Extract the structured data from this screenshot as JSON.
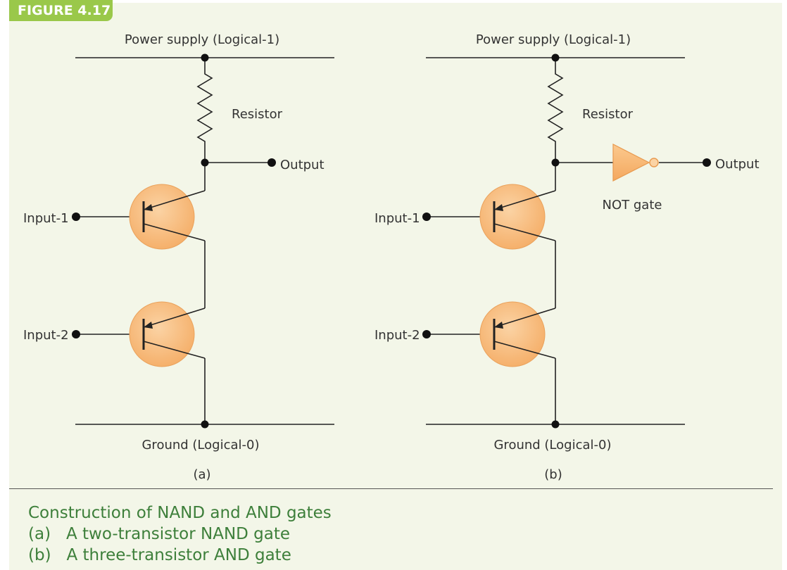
{
  "figure_label": "FIGURE 4.17",
  "panel_a": {
    "power_label": "Power supply (Logical-1)",
    "resistor_label": "Resistor",
    "output_label": "Output",
    "input1_label": "Input-1",
    "input2_label": "Input-2",
    "ground_label": "Ground (Logical-0)",
    "sub_label": "(a)"
  },
  "panel_b": {
    "power_label": "Power supply (Logical-1)",
    "resistor_label": "Resistor",
    "output_label": "Output",
    "not_gate_label": "NOT gate",
    "input1_label": "Input-1",
    "input2_label": "Input-2",
    "ground_label": "Ground (Logical-0)",
    "sub_label": "(b)"
  },
  "caption": {
    "title": "Construction of NAND and AND gates",
    "line_a": "(a)   A two-transistor NAND gate",
    "line_b": "(b)   A three-transistor AND gate"
  },
  "colors": {
    "transistor_fill": "#f7bb7a",
    "tab_green": "#9ac84a",
    "caption_green": "#3d7f3a"
  }
}
